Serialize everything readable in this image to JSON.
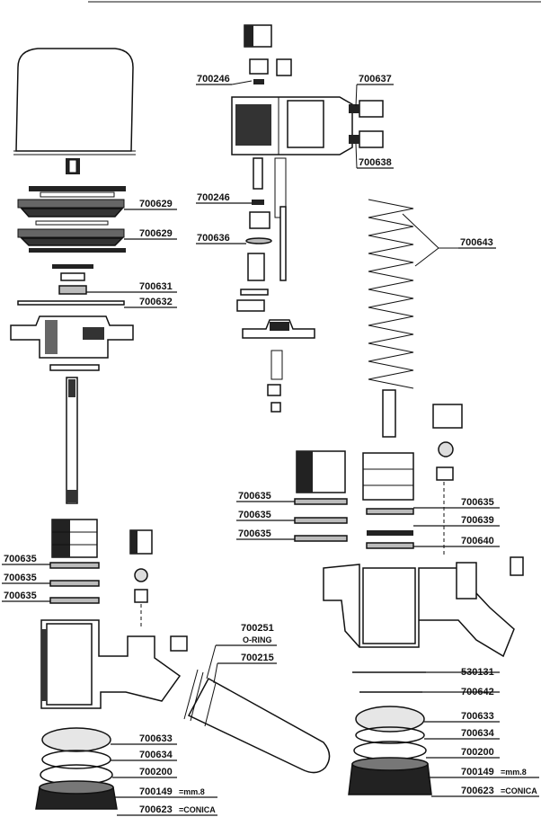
{
  "colors": {
    "ink": "#111111",
    "paper": "#ffffff",
    "gray": "#9a9a9a",
    "dark": "#2a2a2a"
  },
  "labels": {
    "p700246_top": "700246",
    "p700637": "700637",
    "p700638": "700638",
    "p700246_mid": "700246",
    "p700636": "700636",
    "p700643": "700643",
    "p700629_a": "700629",
    "p700629_b": "700629",
    "p700631": "700631",
    "p700632": "700632",
    "p700635_l1": "700635",
    "p700635_l2": "700635",
    "p700635_l3": "700635",
    "p700635_m1": "700635",
    "p700635_m2": "700635",
    "p700635_m3": "700635",
    "p700635_r": "700635",
    "p700639": "700639",
    "p700640": "700640",
    "p700251": "700251",
    "oring": "O-RING",
    "p700215": "700215",
    "p530131": "530131",
    "p700642": "700642",
    "p700633_l": "700633",
    "p700634_l": "700634",
    "p700200_l": "700200",
    "p700149_l": "700149",
    "mm8_l": "=mm.8",
    "p700623_l": "700623",
    "conica_l": "=CONICA",
    "p700633_r": "700633",
    "p700634_r": "700634",
    "p700200_r": "700200",
    "p700149_r": "700149",
    "mm8_r": "=mm.8",
    "p700623_r": "700623",
    "conica_r": "=CONICA"
  }
}
